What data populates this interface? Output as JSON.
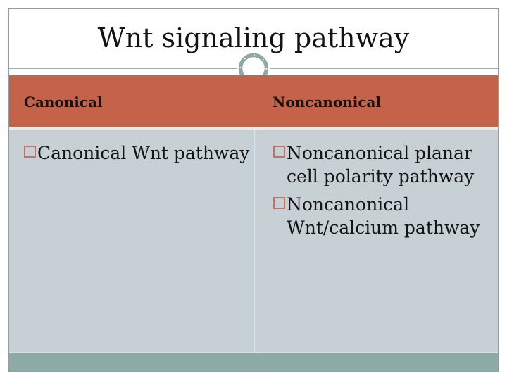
{
  "slide": {
    "title": "Wnt signaling pathway",
    "table": {
      "headers": [
        "Canonical",
        "Noncanonical"
      ],
      "columns": [
        {
          "name": "canonical",
          "bullets": [
            {
              "lines": [
                "Canonical Wnt pathway"
              ]
            }
          ]
        },
        {
          "name": "noncanonical",
          "bullets": [
            {
              "lines": [
                "Noncanonical planar",
                "cell polarity pathway"
              ]
            },
            {
              "lines": [
                "Noncanonical",
                "Wnt/calcium pathway"
              ]
            }
          ]
        }
      ]
    }
  },
  "icons": {
    "ornament": "ring-circle-on-divider",
    "bullet": "open-square"
  },
  "colors": {
    "header_band": "#c5634a",
    "body_background": "#c7d0d5",
    "footer_band": "#8caaa6",
    "bullet_outline": "#bf7268",
    "ornament_ring": "#8ea7a5",
    "frame_border": "#949ea1",
    "text": "#131313"
  }
}
